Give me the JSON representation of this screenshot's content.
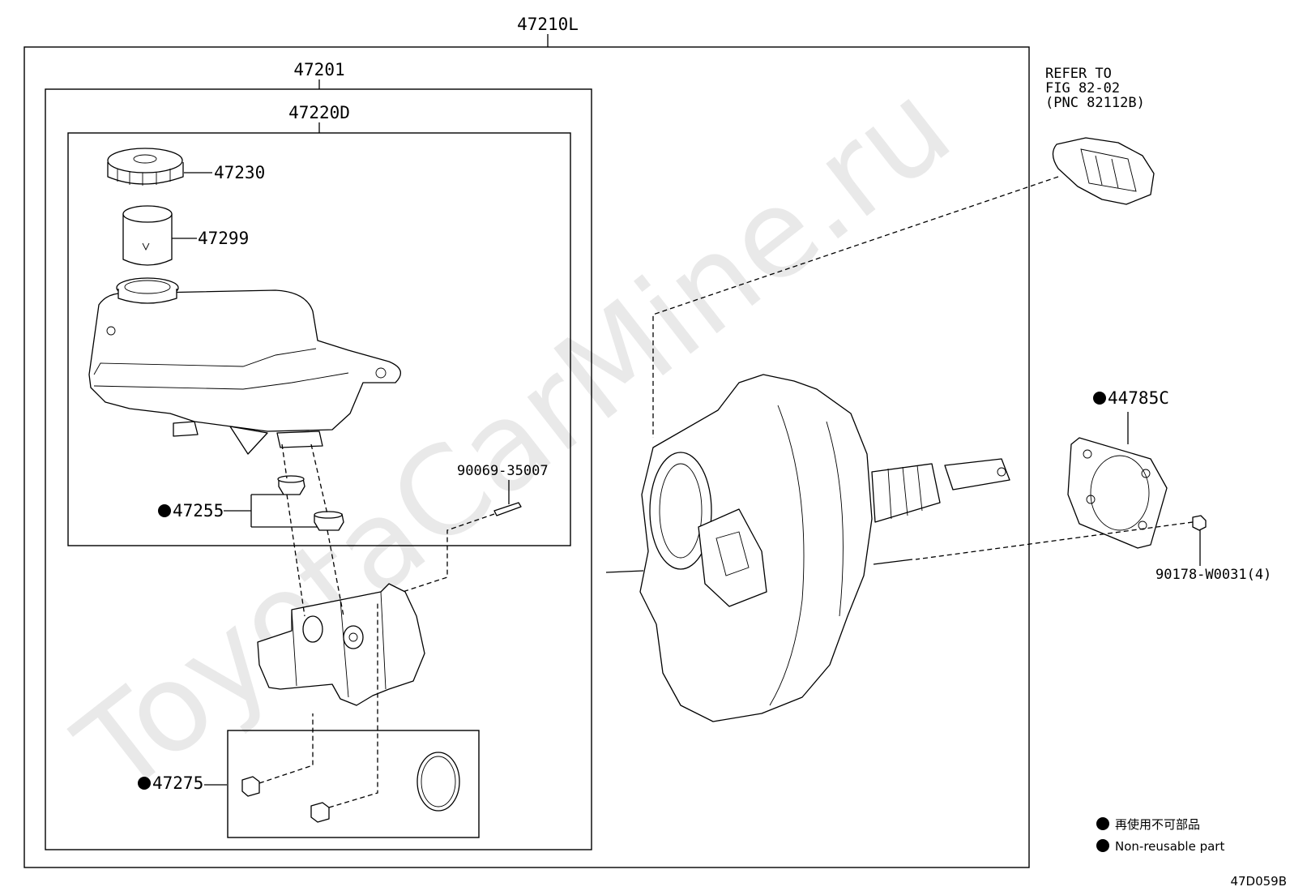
{
  "watermark": "ToyotaCarMine.ru",
  "callouts": {
    "assembly_47210L": "47210L",
    "sub_47201": "47201",
    "sub_47220D": "47220D",
    "cap_47230": "47230",
    "strainer_47299": "47299",
    "grommet_47255": "47255",
    "pin_90069": "90069-35007",
    "plug_47275": "47275",
    "gasket_44785C": "44785C",
    "nut_90178": "90178-W0031(4)"
  },
  "refer_note": {
    "line1": "REFER TO",
    "line2": "FIG 82-02",
    "line3": "(PNC 82112B)"
  },
  "legend": {
    "jp": "再使用不可部品",
    "en": "Non-reusable part"
  },
  "figure_id": "47D059B",
  "icons": {
    "non_reusable_marker": "filled-circle-icon"
  }
}
